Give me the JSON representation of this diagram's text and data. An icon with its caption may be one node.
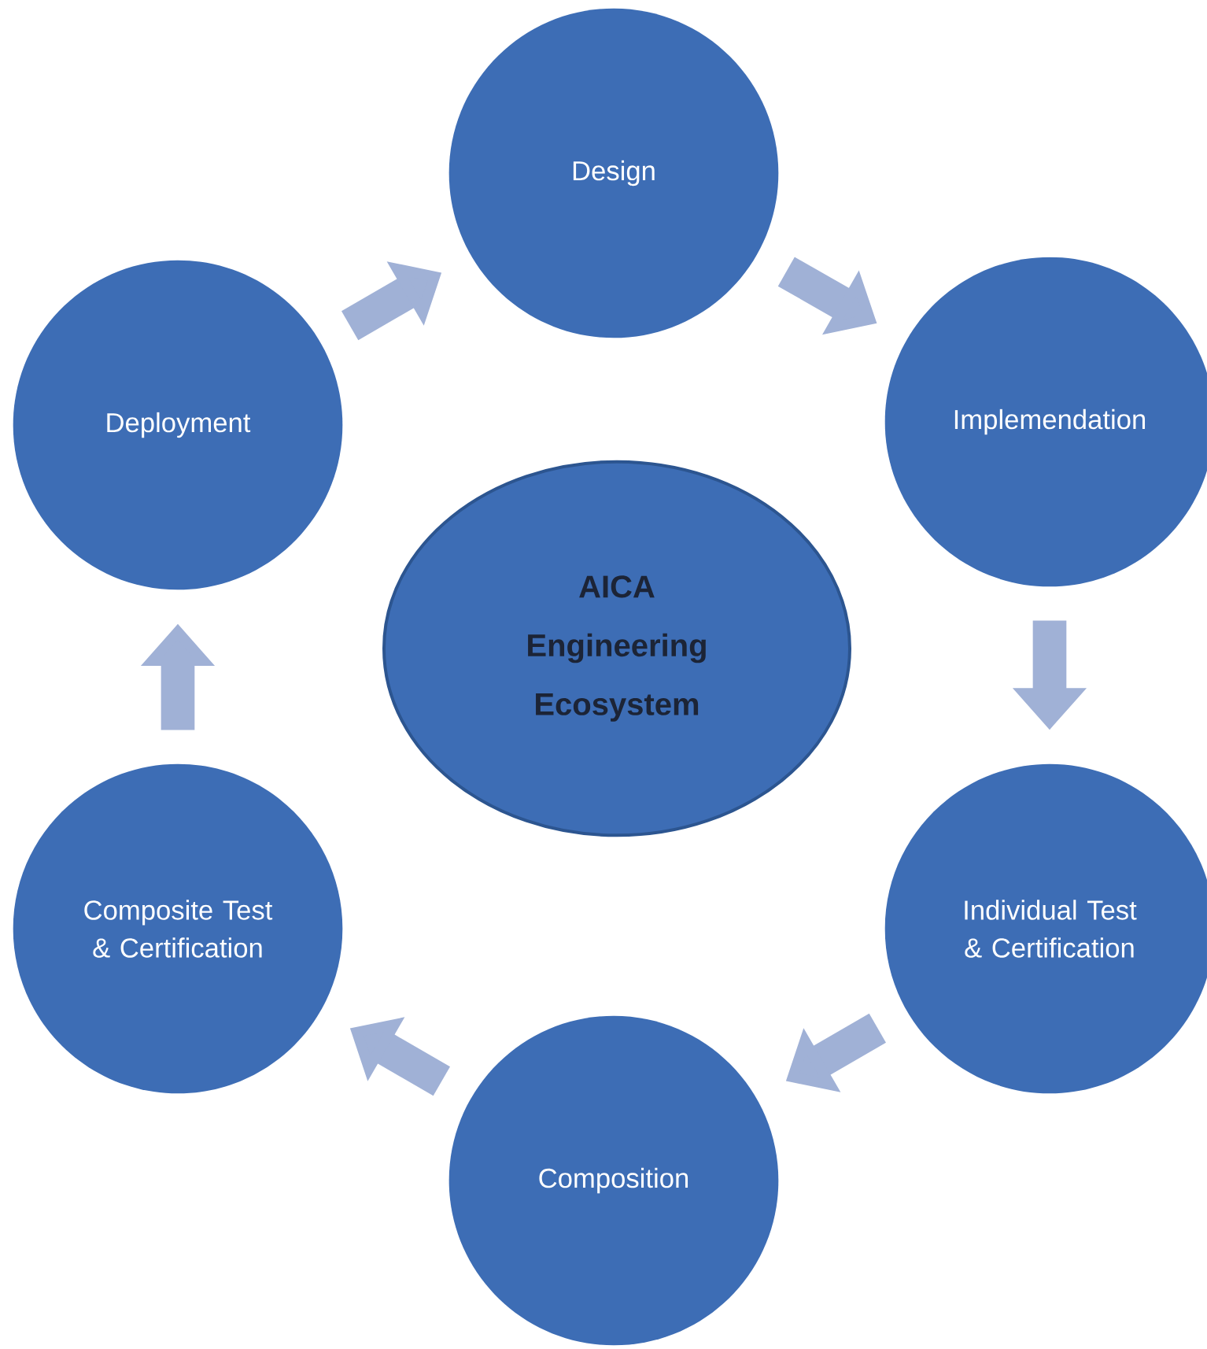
{
  "diagram": {
    "nodes": [
      {
        "text": [
          "AICA Engineering Ecosystem"
        ]
      },
      {
        "text": [
          "Design"
        ]
      },
      {
        "text": [
          "Implemendation"
        ]
      },
      {
        "text": [
          "Individual Test & Certification"
        ]
      },
      {
        "text": [
          "Composition"
        ]
      },
      {
        "text": [
          "Composite Test & Certification"
        ]
      },
      {
        "text": [
          "Deployment"
        ]
      }
    ],
    "edges": [
      {
        "from": 6,
        "to": 1,
        "arrow": "to"
      },
      {
        "from": 1,
        "to": 2,
        "arrow": "to"
      },
      {
        "from": 2,
        "to": 3,
        "arrow": "to"
      },
      {
        "from": 3,
        "to": 4,
        "arrow": "to"
      },
      {
        "from": 4,
        "to": 5,
        "arrow": "to"
      },
      {
        "from": 5,
        "to": 6,
        "arrow": "to"
      }
    ]
  }
}
